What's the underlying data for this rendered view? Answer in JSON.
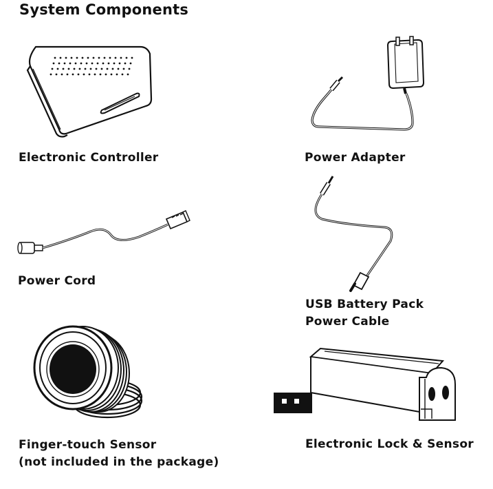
{
  "page": {
    "title": "System Components"
  },
  "components": [
    {
      "id": "electronic-controller",
      "lines": [
        "Electronic Controller"
      ]
    },
    {
      "id": "power-adapter",
      "lines": [
        "Power Adapter"
      ]
    },
    {
      "id": "power-cord",
      "lines": [
        "Power Cord"
      ]
    },
    {
      "id": "usb-battery-pack-power-cable",
      "lines": [
        "USB Battery Pack",
        "Power Cable"
      ]
    },
    {
      "id": "finger-touch-sensor",
      "lines": [
        "Finger-touch Sensor",
        "(not included in the package)"
      ]
    },
    {
      "id": "electronic-lock-and-sensor",
      "lines": [
        "Electronic Lock & Sensor"
      ]
    }
  ]
}
